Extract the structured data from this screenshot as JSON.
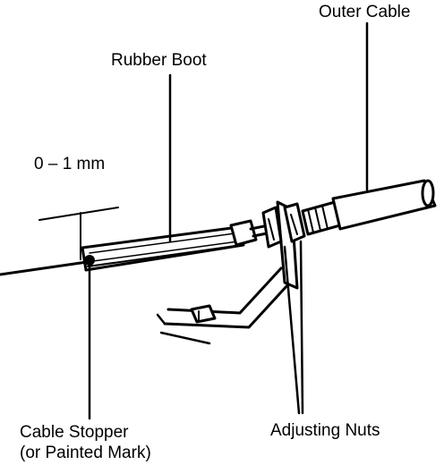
{
  "labels": {
    "outer_cable": "Outer Cable",
    "rubber_boot": "Rubber Boot",
    "gap": "0 – 1 mm",
    "cable_stopper_line1": "Cable Stopper",
    "cable_stopper_line2": "(or Painted Mark)",
    "adjusting_nuts": "Adjusting Nuts"
  },
  "colors": {
    "ink": "#000000",
    "paper": "#ffffff"
  }
}
